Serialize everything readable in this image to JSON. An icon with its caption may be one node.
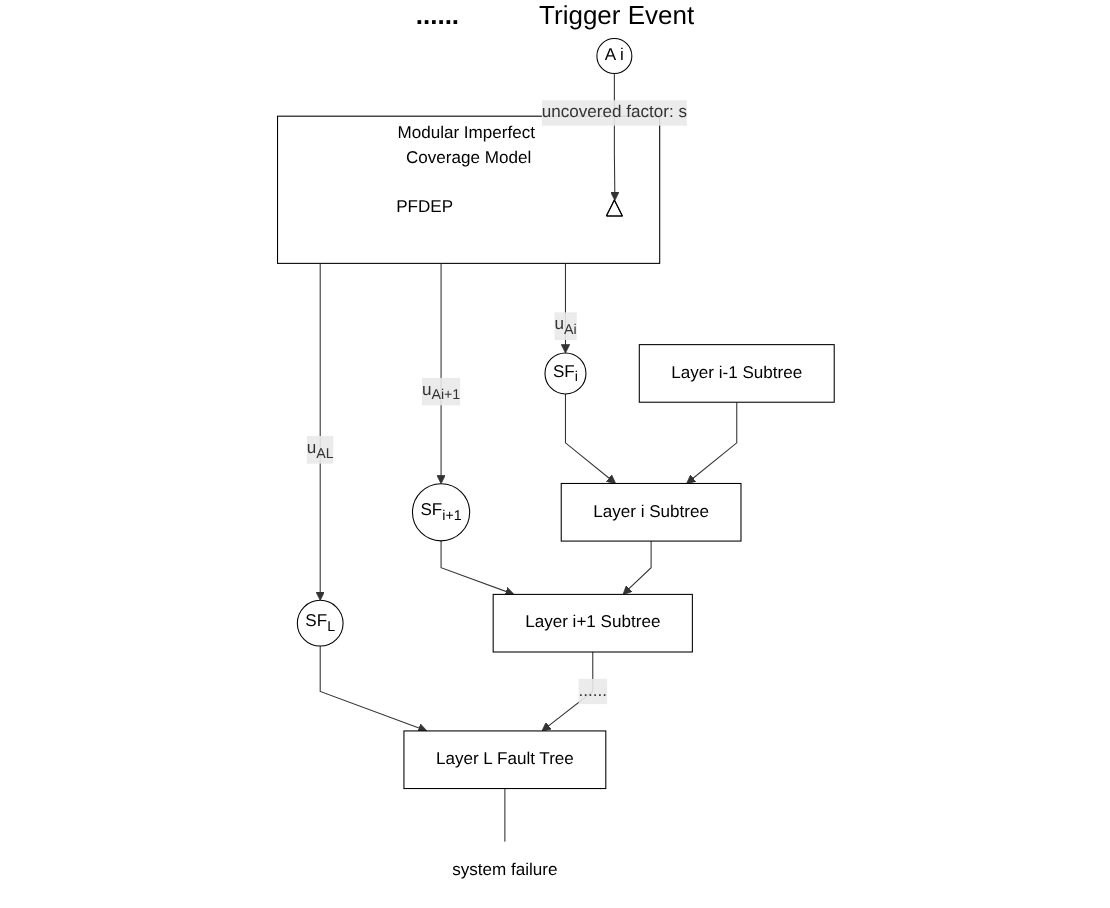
{
  "diagram": {
    "nodes": [
      {
        "text": [
          "Modular Imperfect Coverage Model",
          "PFDEP"
        ]
      },
      {
        "text": [],
        "shape": "triangle",
        "in": 0
      },
      {
        "text": [
          "system failure"
        ]
      },
      {
        "text": [
          "Layer L Fault Tree"
        ]
      },
      {
        "text": [
          "A i"
        ]
      },
      {
        "text": [
          "SF$_{i}$"
        ]
      },
      {
        "text": [
          "SF$_{i+1}$"
        ]
      },
      {
        "text": [
          "SF$_{L}$"
        ]
      },
      {
        "text": [
          "Layer i+1 Subtree"
        ]
      },
      {
        "text": [
          "Layer i Subtree"
        ]
      },
      {
        "text": [
          "Layer i-1 Subtree"
        ]
      }
    ],
    "edges": [
      {
        "from": 4,
        "to": 1,
        "arrow": "to",
        "label": "uncovered factor: s"
      },
      {
        "from": 0,
        "to": 5,
        "arrow": "to",
        "label": "u$_{Ai}$"
      },
      {
        "from": 0,
        "to": 6,
        "arrow": "to",
        "label": "u$_{Ai+1}$"
      },
      {
        "from": 0,
        "to": 7,
        "arrow": "to",
        "label": "u$_{AL}$"
      },
      {
        "from": 3,
        "to": 2,
        "arrow": "none"
      },
      {
        "from": 7,
        "to": 3,
        "arrow": "to"
      },
      {
        "from": 8,
        "to": 3,
        "arrow": "to",
        "label": "......"
      },
      {
        "from": 6,
        "to": 8,
        "arrow": "to"
      },
      {
        "from": 9,
        "to": 8,
        "arrow": "to"
      },
      {
        "from": 5,
        "to": 9,
        "arrow": "to"
      },
      {
        "from": 10,
        "to": 9,
        "arrow": "to"
      }
    ],
    "labels": [
      "......",
      "Trigger Event"
    ]
  }
}
